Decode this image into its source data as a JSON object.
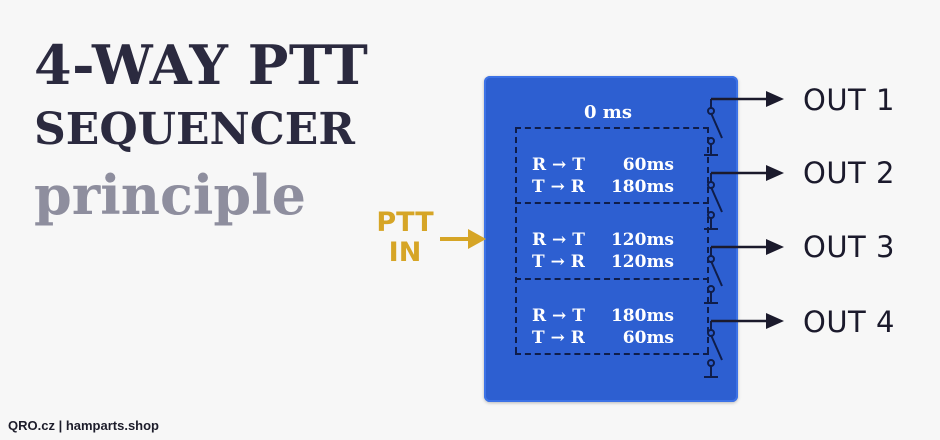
{
  "title": {
    "line1": "4-WAY PTT",
    "line2": "SEQUENCER",
    "line3": "principle"
  },
  "footer": "QRO.cz | hamparts.shop",
  "input": {
    "line1": "PTT",
    "line2": "IN"
  },
  "zero_delay": "0 ms",
  "sections": [
    {
      "rt_label": "R → T",
      "rt_value": "60ms",
      "tr_label": "T → R",
      "tr_value": "180ms"
    },
    {
      "rt_label": "R → T",
      "rt_value": "120ms",
      "tr_label": "T → R",
      "tr_value": "120ms"
    },
    {
      "rt_label": "R → T",
      "rt_value": "180ms",
      "tr_label": "T → R",
      "tr_value": "60ms"
    }
  ],
  "outputs": [
    "OUT 1",
    "OUT 2",
    "OUT 3",
    "OUT 4"
  ],
  "colors": {
    "box": "#2d5fd1",
    "accent": "#d6a526",
    "title_dark": "#2b2a3f",
    "title_light": "#8e8e9e",
    "lines": "#0f1d4a"
  }
}
